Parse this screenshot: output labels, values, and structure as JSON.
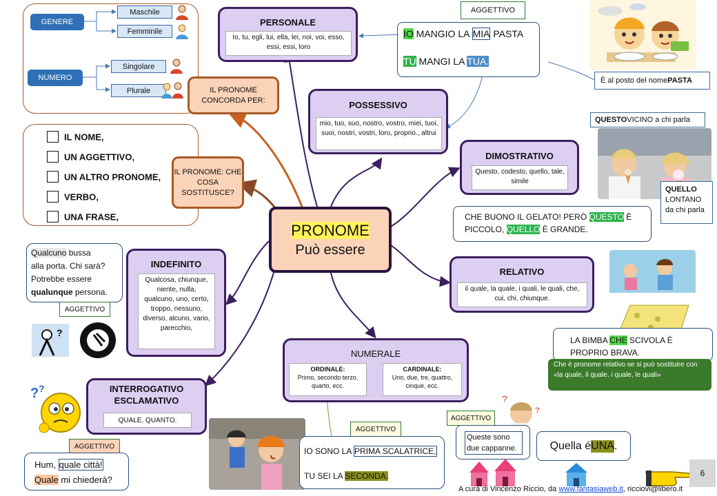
{
  "center": {
    "title": "PRONOME",
    "subtitle": "Può essere"
  },
  "concorda": {
    "box": "IL PRONOME CONCORDA PER:",
    "genere": "GENERE",
    "numero": "NUMERO",
    "maschile": "Maschile",
    "femminile": "Femminile",
    "singolare": "Singolare",
    "plurale": "Plurale"
  },
  "sostituisce": {
    "box": "IL PRONOME: CHE COSA SOSTITUSCE?",
    "items": [
      "IL NOME,",
      "UN AGGETTIVO,",
      "UN ALTRO PRONOME,",
      "VERBO,",
      "UNA FRASE,"
    ]
  },
  "personale": {
    "title": "PERSONALE",
    "list": "Io, tu, egli, lui, ella, lei, noi, voi, esso, essi, essi, loro"
  },
  "possessivo": {
    "title": "POSSESSIVO",
    "list": "mio, tuo, suo, nostro, vostro, miei, tuoi, suoi, nostri, vostri, loro, proprio., altrui"
  },
  "dimostrativo": {
    "title": "DIMOSTRATIVO",
    "list": "Questo, codesto, quello, tale, simile"
  },
  "relativo": {
    "title": "RELATIVO",
    "list": "il quale, la quale, i quali, le quali, che, cui, chi, chiunque."
  },
  "indefinito": {
    "title": "INDEFINITO",
    "list": "Qualcosa, chiunque, niente, nulla, qualcuno, uno, certo, troppo, nessuno, diverso, alcuno, vario, parecchio,"
  },
  "numerale": {
    "title": "NUMERALE",
    "ordinale_title": "ORDINALE:",
    "ordinale": "Primo, secondo terzo, quarto, ecc.",
    "cardinale_title": "CARDINALE:",
    "cardinale": "Uno, due, tre, quattro, cinque, ecc."
  },
  "interrogativo": {
    "title1": "INTERROGATIVO",
    "title2": "ESCLAMATIVO",
    "list": "QUALE, QUANTO."
  },
  "ex_personale": {
    "tag": "AGGETTIVO",
    "w1": "IO",
    "w2": " MANGIO LA ",
    "w3": "MIA",
    "w4": " PASTA",
    "w5": "TU",
    "w6": "  MANGI LA ",
    "w7": "TUA.",
    "note1": "È al posto del nome ",
    "note2": "PASTA"
  },
  "ex_dimostrativo": {
    "questo_b": "QUESTO",
    "questo_t": " VICINO a chi parla",
    "quello_b": "QUELLO",
    "quello_t": "LONTANO da chi parla",
    "s1": "CHE BUONO IL GELATO! PERÒ ",
    "s2": "QUESTO",
    "s3": " È PICCOLO, ",
    "s4": "QUELLO",
    "s5": " È GRANDE."
  },
  "ex_relativo": {
    "s1": "LA BIMBA ",
    "s2": "CHE",
    "s3": "  SCIVOLA È PROPRIO BRAVA.",
    "note": "Che è pronome relativo se si può sostituire con «la quale, il quale, i quale, le quali»"
  },
  "ex_indefinito": {
    "l1a": "Qualcuno",
    "l1b": " bussa",
    "l2": "alla porta. Chi sarà?",
    "l3": "Potrebbe essere",
    "l4a": "qualunque",
    "l4b": " persona.",
    "tag": "AGGETTIVO"
  },
  "ex_interrogativo": {
    "tag": "AGGETTIVO",
    "l1a": "Hum, ",
    "l1b": "quale città!",
    "l2a": "Quale",
    "l2b": " mi chiederà?"
  },
  "ex_numerale": {
    "tag": "AGGETTIVO",
    "l1a": "IO SONO LA ",
    "l1b": "PRIMA SCALATRICE,",
    "l2a": "TU SEI LA ",
    "l2b": "SECONDA."
  },
  "ex_quella": {
    "tag": "AGGETTIVO",
    "small": "Queste sono due cappanne.",
    "big_a": "Quella é ",
    "big_b": "UNA",
    "big_c": "."
  },
  "footer": {
    "credit_a": "A cura di Vincenzo Riccio, da ",
    "credit_link": "www.fantasiaweb.it",
    "credit_b": ", ricciovi@libero.it",
    "page": "6"
  },
  "colors": {
    "purple_fill": "#dccff2",
    "purple_border": "#3b1e5e",
    "orange_fill": "#fbd3b8",
    "orange_border": "#a85a25",
    "blue": "#2f6fb6",
    "green_note": "#3a7a2a"
  }
}
